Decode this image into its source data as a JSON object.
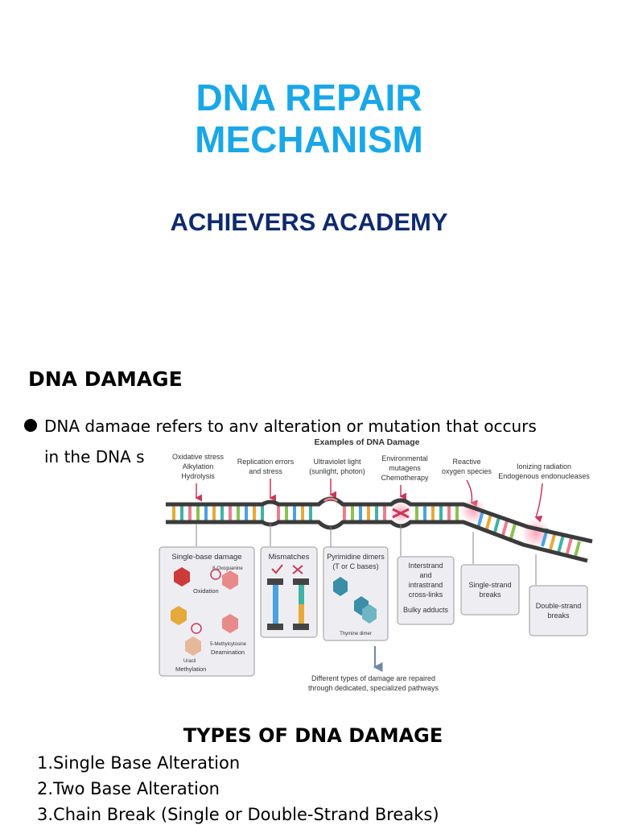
{
  "slide1": {
    "title_line1": "DNA REPAIR",
    "title_line2": "MECHANISM",
    "subtitle": "ACHIEVERS ACADEMY"
  },
  "slide2": {
    "heading": "DNA DAMAGE",
    "bullet_line1": "DNA damage refers to any alteration or mutation that occurs",
    "bullet_line2": "in the DNA s",
    "figure": {
      "title": "Examples of DNA Damage",
      "causes": [
        [
          "Oxidative stress",
          "Alkylation",
          "Hydrolysis"
        ],
        [
          "Replication errors",
          "and stress"
        ],
        [
          "Ultraviolet light",
          "(sunlight, photon)"
        ],
        [
          "Environmental",
          "mutagens",
          "Chemotherapy"
        ],
        [
          "Reactive",
          "oxygen species"
        ],
        [
          "Ionizing radiation",
          "Endogenous endonucleases"
        ]
      ],
      "boxes": {
        "single_base": "Single-base damage",
        "oxoguanine": "8-Oxoguanine",
        "oxidation": "Oxidation",
        "methylcytosine": "5-Methylcytosine",
        "deamination": "Deamination",
        "uracil": "Uracil",
        "methylation": "Methylation",
        "mismatches": "Mismatches",
        "pyrimidine": [
          "Pyrimidine dimers",
          "(T or C bases)"
        ],
        "thymine_dimer": "Thymine dimer",
        "interstrand": [
          "Interstrand",
          "and",
          "intrastrand",
          "cross-links"
        ],
        "bulky": "Bulky adducts",
        "single_strand": [
          "Single-strand",
          "breaks"
        ],
        "double_strand": [
          "Double-strand",
          "breaks"
        ]
      },
      "caption": [
        "Different types of damage are repaired",
        "through dedicated, specialized pathways"
      ]
    }
  },
  "slide3": {
    "heading": "TYPES OF DNA DAMAGE",
    "items": [
      "1.Single Base Alteration",
      "2.Two Base Alteration",
      "3.Chain Break (Single or Double-Strand Breaks)"
    ]
  },
  "colors": {
    "title_blue": "#1aa7e8",
    "navy": "#0f2a6e",
    "damage_red": "#c8385a"
  }
}
